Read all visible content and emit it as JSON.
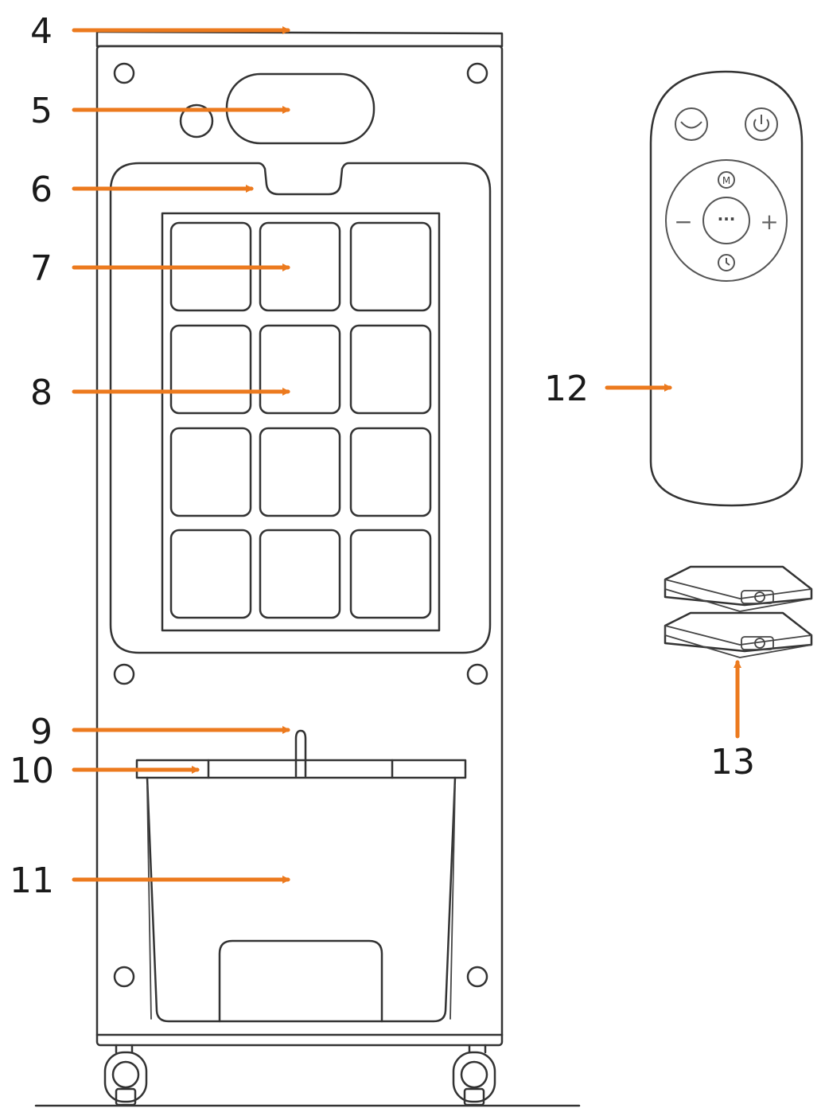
{
  "callouts": [
    {
      "id": "4",
      "label": "4"
    },
    {
      "id": "5",
      "label": "5"
    },
    {
      "id": "6",
      "label": "6"
    },
    {
      "id": "7",
      "label": "7"
    },
    {
      "id": "8",
      "label": "8"
    },
    {
      "id": "9",
      "label": "9"
    },
    {
      "id": "10",
      "label": "10"
    },
    {
      "id": "11",
      "label": "11"
    },
    {
      "id": "12",
      "label": "12"
    },
    {
      "id": "13",
      "label": "13"
    }
  ],
  "remote": {
    "mode_button_glyph": "M",
    "minus_glyph": "−",
    "plus_glyph": "+",
    "center_glyph": "···"
  },
  "colors": {
    "arrow": "#ec7a1e",
    "outline": "#333333",
    "background": "#ffffff"
  },
  "icons": [
    "arrow-right-icon",
    "arrow-up-icon",
    "swing-icon",
    "power-icon",
    "timer-icon"
  ]
}
